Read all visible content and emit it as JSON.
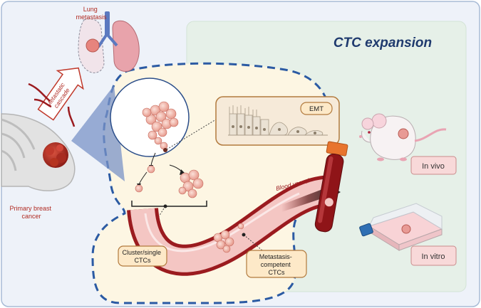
{
  "title": "CTC expansion",
  "labels": {
    "lung": "Lung\nmetastasis",
    "cascade": "Metastatic\ncascade",
    "primary": "Primary breast\ncancer",
    "emt": "EMT",
    "blood_vessel": "Blood vessel",
    "cluster": "Cluster/single\nCTCs",
    "competent": "Metastasis-\ncompetent\nCTCs",
    "in_vivo": "In vivo",
    "in_vitro": "In vitro"
  },
  "colors": {
    "frame_bg": "#eef2f9",
    "frame_border": "#a8bbd6",
    "panel_bg": "#e8f1ea",
    "dashed": "#2b5aa3",
    "cream": "#fdf6e3",
    "label_box": "#fde9c8",
    "label_border": "#b27a3d",
    "vessel": "#9b1b1f",
    "vessel_inner": "#f4c6c3",
    "pink_box": "#f8d9d9",
    "pink_border": "#c98b8b",
    "title": "#1f3a6e"
  }
}
